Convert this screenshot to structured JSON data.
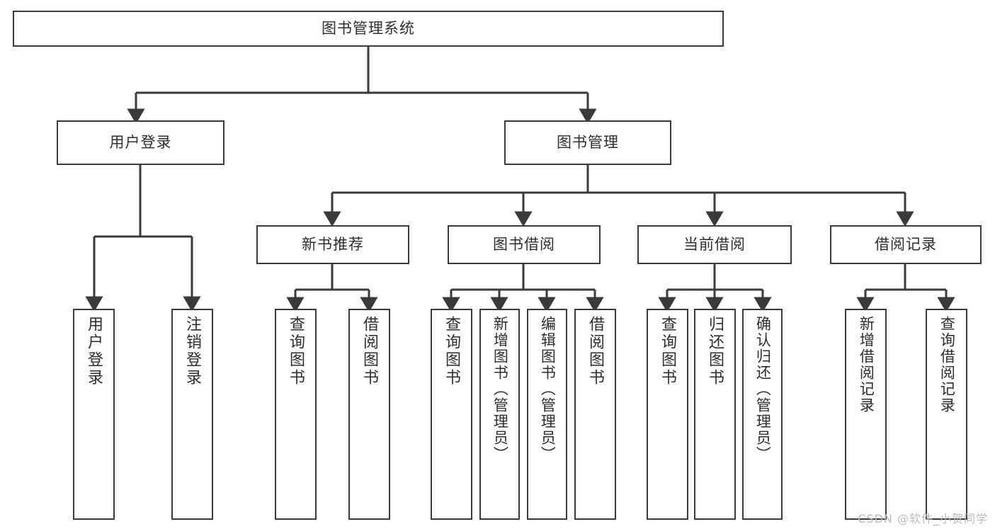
{
  "diagram": {
    "type": "tree",
    "title": "图书管理系统",
    "style": {
      "box_border_color": "#3a3a3a",
      "box_fill_color": "#ffffff",
      "text_color": "#2d2d2d",
      "connector_color": "#3a3a3a",
      "watermark_color": "#b9b9b9"
    },
    "root": {
      "id": "root",
      "label": "图书管理系统"
    },
    "level2": [
      {
        "id": "user-login",
        "label": "用户登录"
      },
      {
        "id": "book-manage",
        "label": "图书管理"
      }
    ],
    "level3": [
      {
        "id": "new-book-rec",
        "label": "新书推荐",
        "parent": "book-manage"
      },
      {
        "id": "book-borrow",
        "label": "图书借阅",
        "parent": "book-manage"
      },
      {
        "id": "current-borrow",
        "label": "当前借阅",
        "parent": "book-manage"
      },
      {
        "id": "borrow-record",
        "label": "借阅记录",
        "parent": "book-manage"
      }
    ],
    "leaves": [
      {
        "id": "leaf-user-login",
        "label": "用户登录",
        "parent": "user-login"
      },
      {
        "id": "leaf-user-logout",
        "label": "注销登录",
        "parent": "user-login"
      },
      {
        "id": "leaf-query-book-1",
        "label": "查询图书",
        "parent": "new-book-rec"
      },
      {
        "id": "leaf-borrow-book-1",
        "label": "借阅图书",
        "parent": "new-book-rec"
      },
      {
        "id": "leaf-query-book-2",
        "label": "查询图书",
        "parent": "book-borrow"
      },
      {
        "id": "leaf-add-book",
        "label": "新增图书（管理员）",
        "parent": "book-borrow"
      },
      {
        "id": "leaf-edit-book",
        "label": "编辑图书（管理员）",
        "parent": "book-borrow"
      },
      {
        "id": "leaf-borrow-book-2",
        "label": "借阅图书",
        "parent": "book-borrow"
      },
      {
        "id": "leaf-query-book-3",
        "label": "查询图书",
        "parent": "current-borrow"
      },
      {
        "id": "leaf-return-book",
        "label": "归还图书",
        "parent": "current-borrow"
      },
      {
        "id": "leaf-confirm-return",
        "label": "确认归还（管理员）",
        "parent": "current-borrow"
      },
      {
        "id": "leaf-add-record",
        "label": "新增借阅记录",
        "parent": "borrow-record"
      },
      {
        "id": "leaf-query-record",
        "label": "查询借阅记录",
        "parent": "borrow-record"
      }
    ]
  },
  "watermark": {
    "text": "CSDN @软件_小贺同学"
  }
}
